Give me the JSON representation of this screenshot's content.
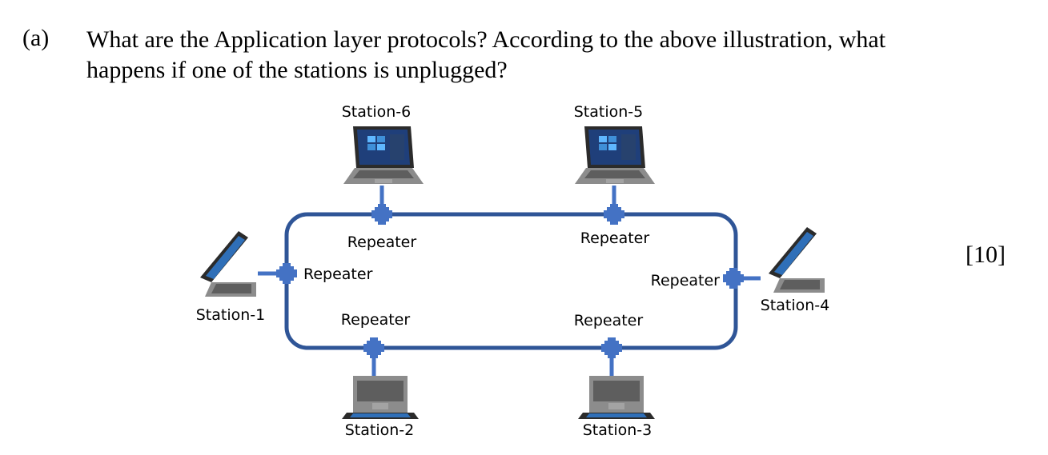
{
  "question": {
    "label": "(a)",
    "line1": "What are the Application layer protocols? According to the above illustration, what",
    "line2": "happens if one of the stations is unplugged?",
    "marks": "[10]"
  },
  "diagram": {
    "topology": "ring",
    "ring_color": "#2f5597",
    "repeater_color": "#4472c4",
    "stations": [
      "Station-1",
      "Station-2",
      "Station-3",
      "Station-4",
      "Station-5",
      "Station-6"
    ],
    "repeater_label": "Repeater",
    "repeaters": [
      "Repeater",
      "Repeater",
      "Repeater",
      "Repeater",
      "Repeater",
      "Repeater"
    ]
  }
}
